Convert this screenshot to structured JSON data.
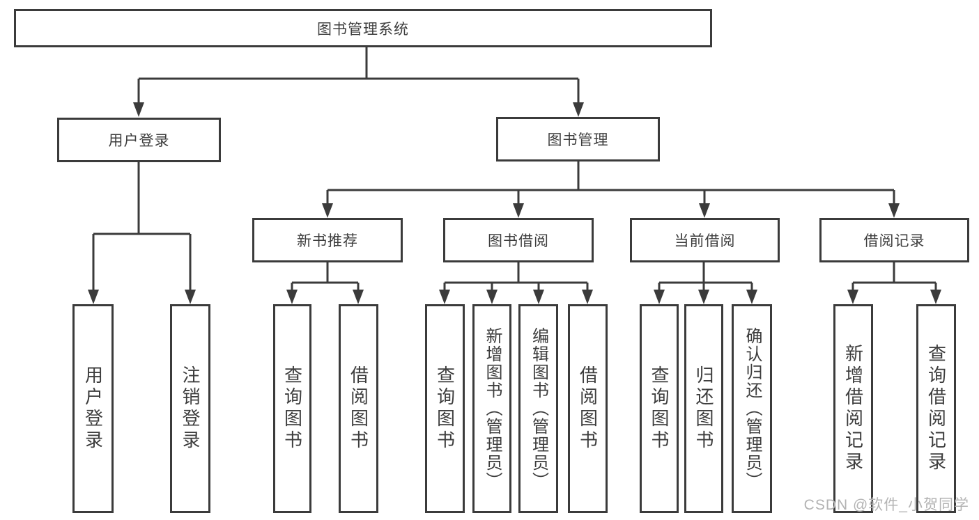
{
  "diagram": {
    "root": {
      "label": "图书管理系统"
    },
    "level2": [
      {
        "label": "用户登录"
      },
      {
        "label": "图书管理"
      }
    ],
    "level3": [
      {
        "label": "新书推荐"
      },
      {
        "label": "图书借阅"
      },
      {
        "label": "当前借阅"
      },
      {
        "label": "借阅记录"
      }
    ],
    "leaves": {
      "user_login": [
        "用户登录",
        "注销登录"
      ],
      "new_book_recommend": [
        "查询图书",
        "借阅图书"
      ],
      "book_borrow": [
        "查询图书",
        "新增图书（管理员）",
        "编辑图书（管理员）",
        "借阅图书"
      ],
      "current_borrow": [
        "查询图书",
        "归还图书",
        "确认归还（管理员）"
      ],
      "borrow_records": [
        "新增借阅记录",
        "查询借阅记录"
      ]
    }
  },
  "watermark": {
    "text": "CSDN @软件_小贺同学"
  },
  "colors": {
    "line": "#3b3b3b",
    "text": "#3d3d3d",
    "background": "#ffffff",
    "watermark": "#b3b3b3"
  }
}
